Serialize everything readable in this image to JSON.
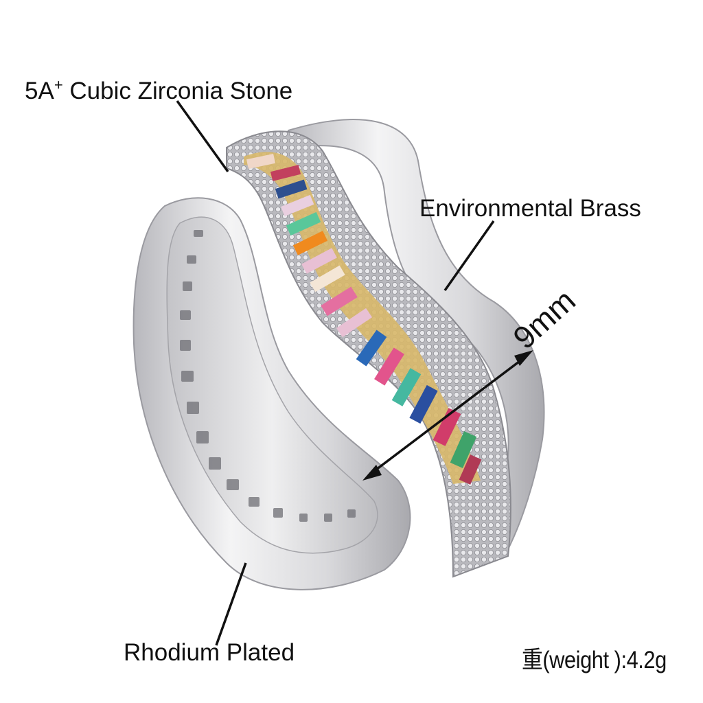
{
  "product": {
    "type": "ring",
    "description": "Silver wavy band ring with rainbow baguette stones and pavé clear stones"
  },
  "annotations": {
    "stone": {
      "prefix": "5A",
      "superscript": "+",
      "text": " Cubic Zirconia Stone"
    },
    "material": {
      "text": "Environmental Brass"
    },
    "plating": {
      "text": "Rhodium Plated"
    },
    "width": {
      "text": "9mm"
    },
    "weight": {
      "text": "重(weight ):4.2g"
    }
  },
  "colors": {
    "background": "#ffffff",
    "text": "#111111",
    "metal_light": "#f2f2f2",
    "metal_mid": "#c9c9cc",
    "metal_dark": "#8e8e93",
    "stones": [
      "#e8c36a",
      "#f0d7c8",
      "#c2405e",
      "#2d4f8f",
      "#e9cfe0",
      "#59c79a",
      "#f08a1e",
      "#f4e6d6",
      "#e46fa0",
      "#e8c0d4",
      "#2a69b8",
      "#e2548c",
      "#45b8a0",
      "#2a4fa0",
      "#d13c6a",
      "#3fa36a",
      "#b03a55"
    ]
  }
}
